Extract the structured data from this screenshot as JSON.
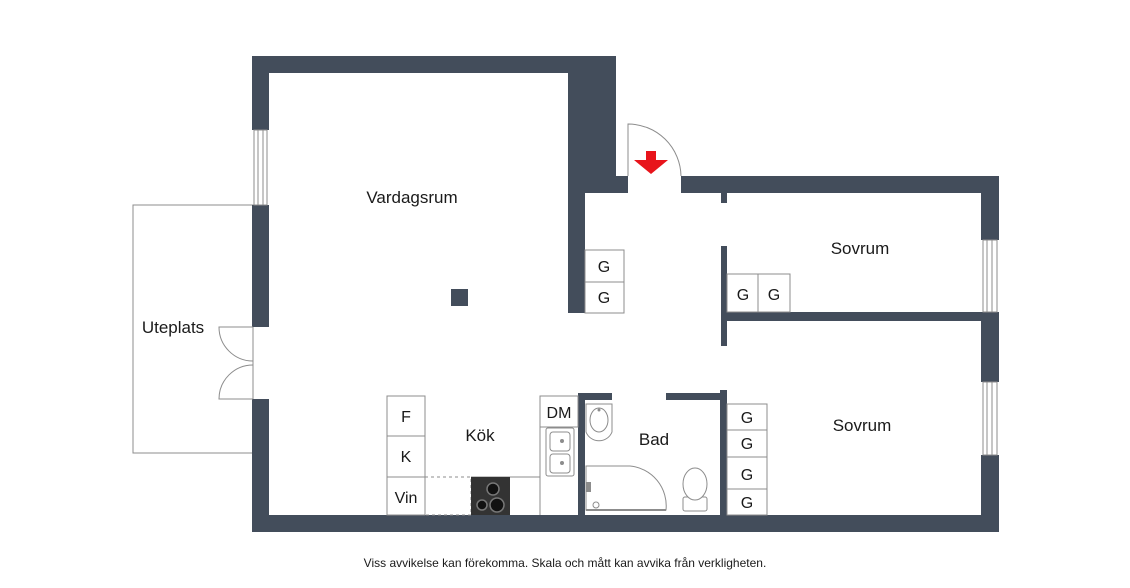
{
  "rooms": {
    "living": "Vardagsrum",
    "patio": "Uteplats",
    "kitchen": "Kök",
    "bath": "Bad",
    "bedroom1": "Sovrum",
    "bedroom2": "Sovrum"
  },
  "cabinets": {
    "hall_1": "G",
    "hall_2": "G",
    "bed1_1": "G",
    "bed1_2": "G",
    "bed2_1": "G",
    "bed2_2": "G",
    "bed2_3": "G",
    "bed2_4": "G",
    "fridge": "F",
    "freezer": "K",
    "wine": "Vin",
    "dishwasher": "DM"
  },
  "disclaimer": "Viss avvikelse kan förekomma. Skala och mått kan avvika från verkligheten.",
  "colors": {
    "wall": "#434d5b",
    "entrance_arrow": "#e8141b"
  },
  "icons": {
    "entrance": "arrow-down-icon"
  }
}
